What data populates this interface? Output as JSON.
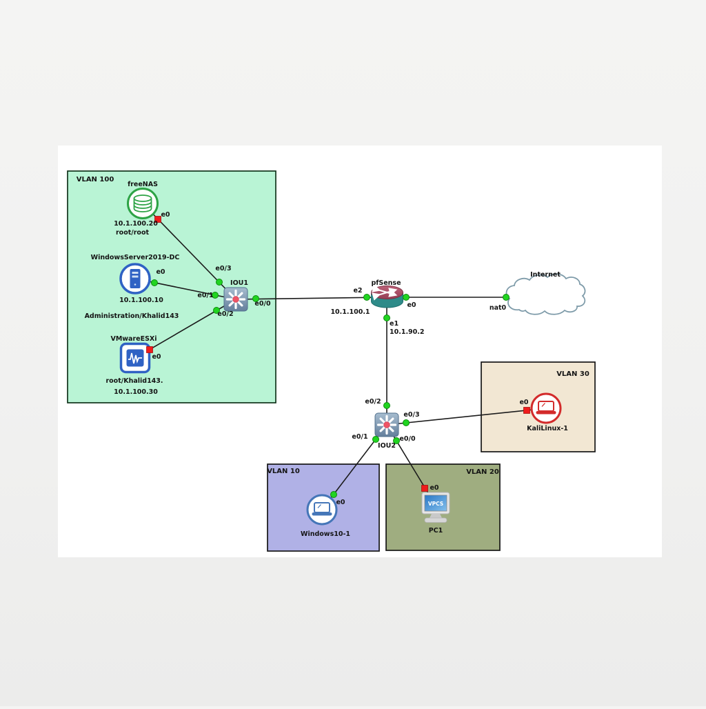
{
  "zones": {
    "vlan100": "VLAN 100",
    "vlan10": "VLAN 10",
    "vlan20": "VLAN 20",
    "vlan30": "VLAN 30"
  },
  "nodes": {
    "freenas": {
      "name": "freeNAS",
      "port": "e0",
      "ip": "10.1.100.20",
      "credentials": "root/root"
    },
    "windows_server": {
      "name": "WindowsServer2019-DC",
      "port": "e0",
      "ip": "10.1.100.10",
      "credentials": "Administration/Khalid143"
    },
    "vmware_esxi": {
      "name": "VMwareESXi",
      "port": "e0",
      "credentials": "root/Khalid143.",
      "ip": "10.1.100.30"
    },
    "iou1": {
      "name": "IOU1",
      "port_e00": "e0/0",
      "port_e01": "e0/1",
      "port_e02": "e0/2",
      "port_e03": "e0/3"
    },
    "pfsense": {
      "name": "pfSense",
      "port_e2": "e2",
      "port_e0": "e0",
      "port_e1": "e1",
      "ip_lan": "10.1.100.1",
      "ip_dmz": "10.1.90.2"
    },
    "internet": {
      "name": "Internet",
      "port": "nat0"
    },
    "iou2": {
      "name": "IOU2",
      "port_e00": "e0/0",
      "port_e01": "e0/1",
      "port_e02": "e0/2",
      "port_e03": "e0/3"
    },
    "kali": {
      "name": "KaliLinux-1",
      "port": "e0"
    },
    "windows10": {
      "name": "Windows10-1",
      "port": "e0"
    },
    "pc1": {
      "name": "PC1",
      "port": "e0",
      "screen_text": "VPCS"
    }
  },
  "colors": {
    "vlan100_fill": "#b9f4d5",
    "vlan10_fill": "#b0b1e6",
    "vlan20_fill": "#9fad80",
    "vlan30_fill": "#f2e7d3",
    "link_up_marker": "#21d421",
    "link_down_marker": "#ef1c1c",
    "freenas_accent": "#2da345",
    "server_accent": "#2f62c4",
    "kali_accent": "#d32b2b",
    "windows_accent": "#4576b8",
    "router_top": "#a9516a",
    "router_body": "#2e8b89",
    "cloud_stroke": "#7e9ba9"
  }
}
